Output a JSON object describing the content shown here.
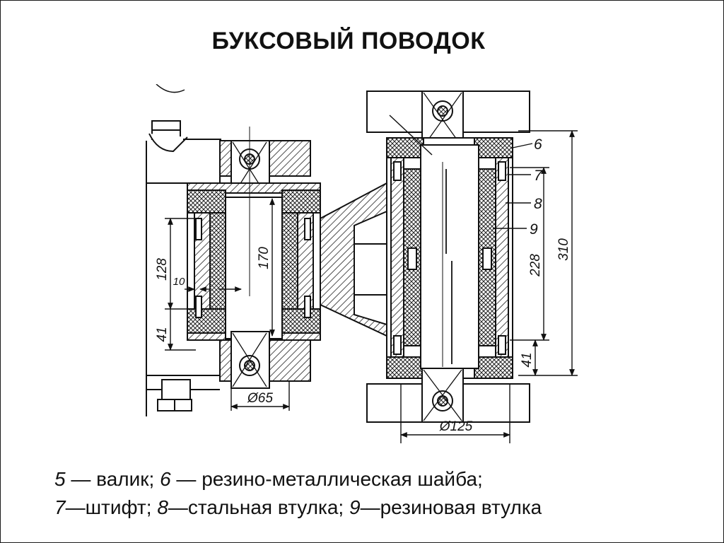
{
  "title": "БУКСОВЫЙ ПОВОДОК",
  "diagram": {
    "dimensions": {
      "d128": "128",
      "d10": "10",
      "d41_left": "41",
      "d170": "170",
      "d65": "Ø65",
      "d228": "228",
      "d310": "310",
      "d41_right": "41",
      "d125": "Ø125"
    },
    "labels": {
      "p6": "6",
      "p7": "7",
      "p8": "8",
      "p9": "9"
    }
  },
  "caption": {
    "line1": [
      {
        "num": "5",
        "text": " — валик; "
      },
      {
        "num": "6",
        "text": " — резино-металлическая шайба;"
      }
    ],
    "line2": [
      {
        "num": "7",
        "text": "—штифт; "
      },
      {
        "num": "8",
        "text": "—стальная втулка; "
      },
      {
        "num": "9",
        "text": "—резиновая втулка"
      }
    ]
  }
}
